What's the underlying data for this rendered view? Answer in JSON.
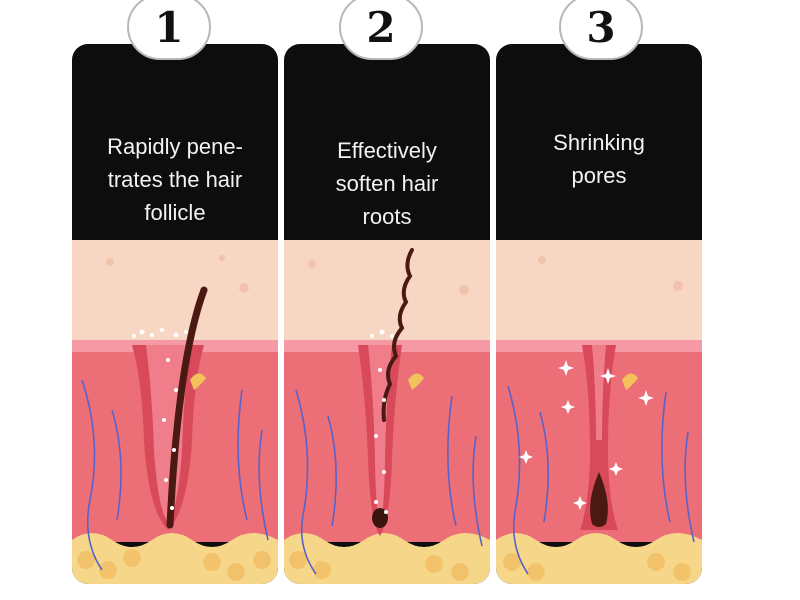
{
  "steps": [
    {
      "number": "1",
      "caption": "Rapidly pene-\ntrates the hair\nfollicle"
    },
    {
      "number": "2",
      "caption": "Effectively\nsoften hair\nroots"
    },
    {
      "number": "3",
      "caption": "Shrinking\npores"
    }
  ],
  "colors": {
    "panel_bg": "#0d0d0d",
    "skin_top": "#f7d7c4",
    "dermis": "#ec6f78",
    "fat": "#f6d78a",
    "hair": "#4a1a12"
  }
}
